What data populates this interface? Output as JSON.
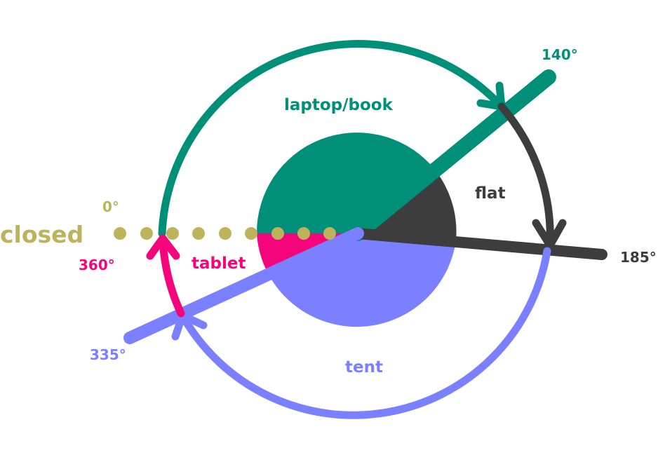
{
  "diagram": {
    "closed_label": "closed",
    "angle_0": "0°",
    "angle_140": "140°",
    "angle_185": "185°",
    "angle_335": "335°",
    "angle_360": "360°",
    "mode_laptop": "laptop/book",
    "mode_flat": "flat",
    "mode_tent": "tent",
    "mode_tablet": "tablet"
  },
  "colors": {
    "laptop": "#009079",
    "flat": "#3d3d3d",
    "tent": "#7a80ff",
    "tablet": "#f5057b",
    "closed": "#beb35d"
  }
}
